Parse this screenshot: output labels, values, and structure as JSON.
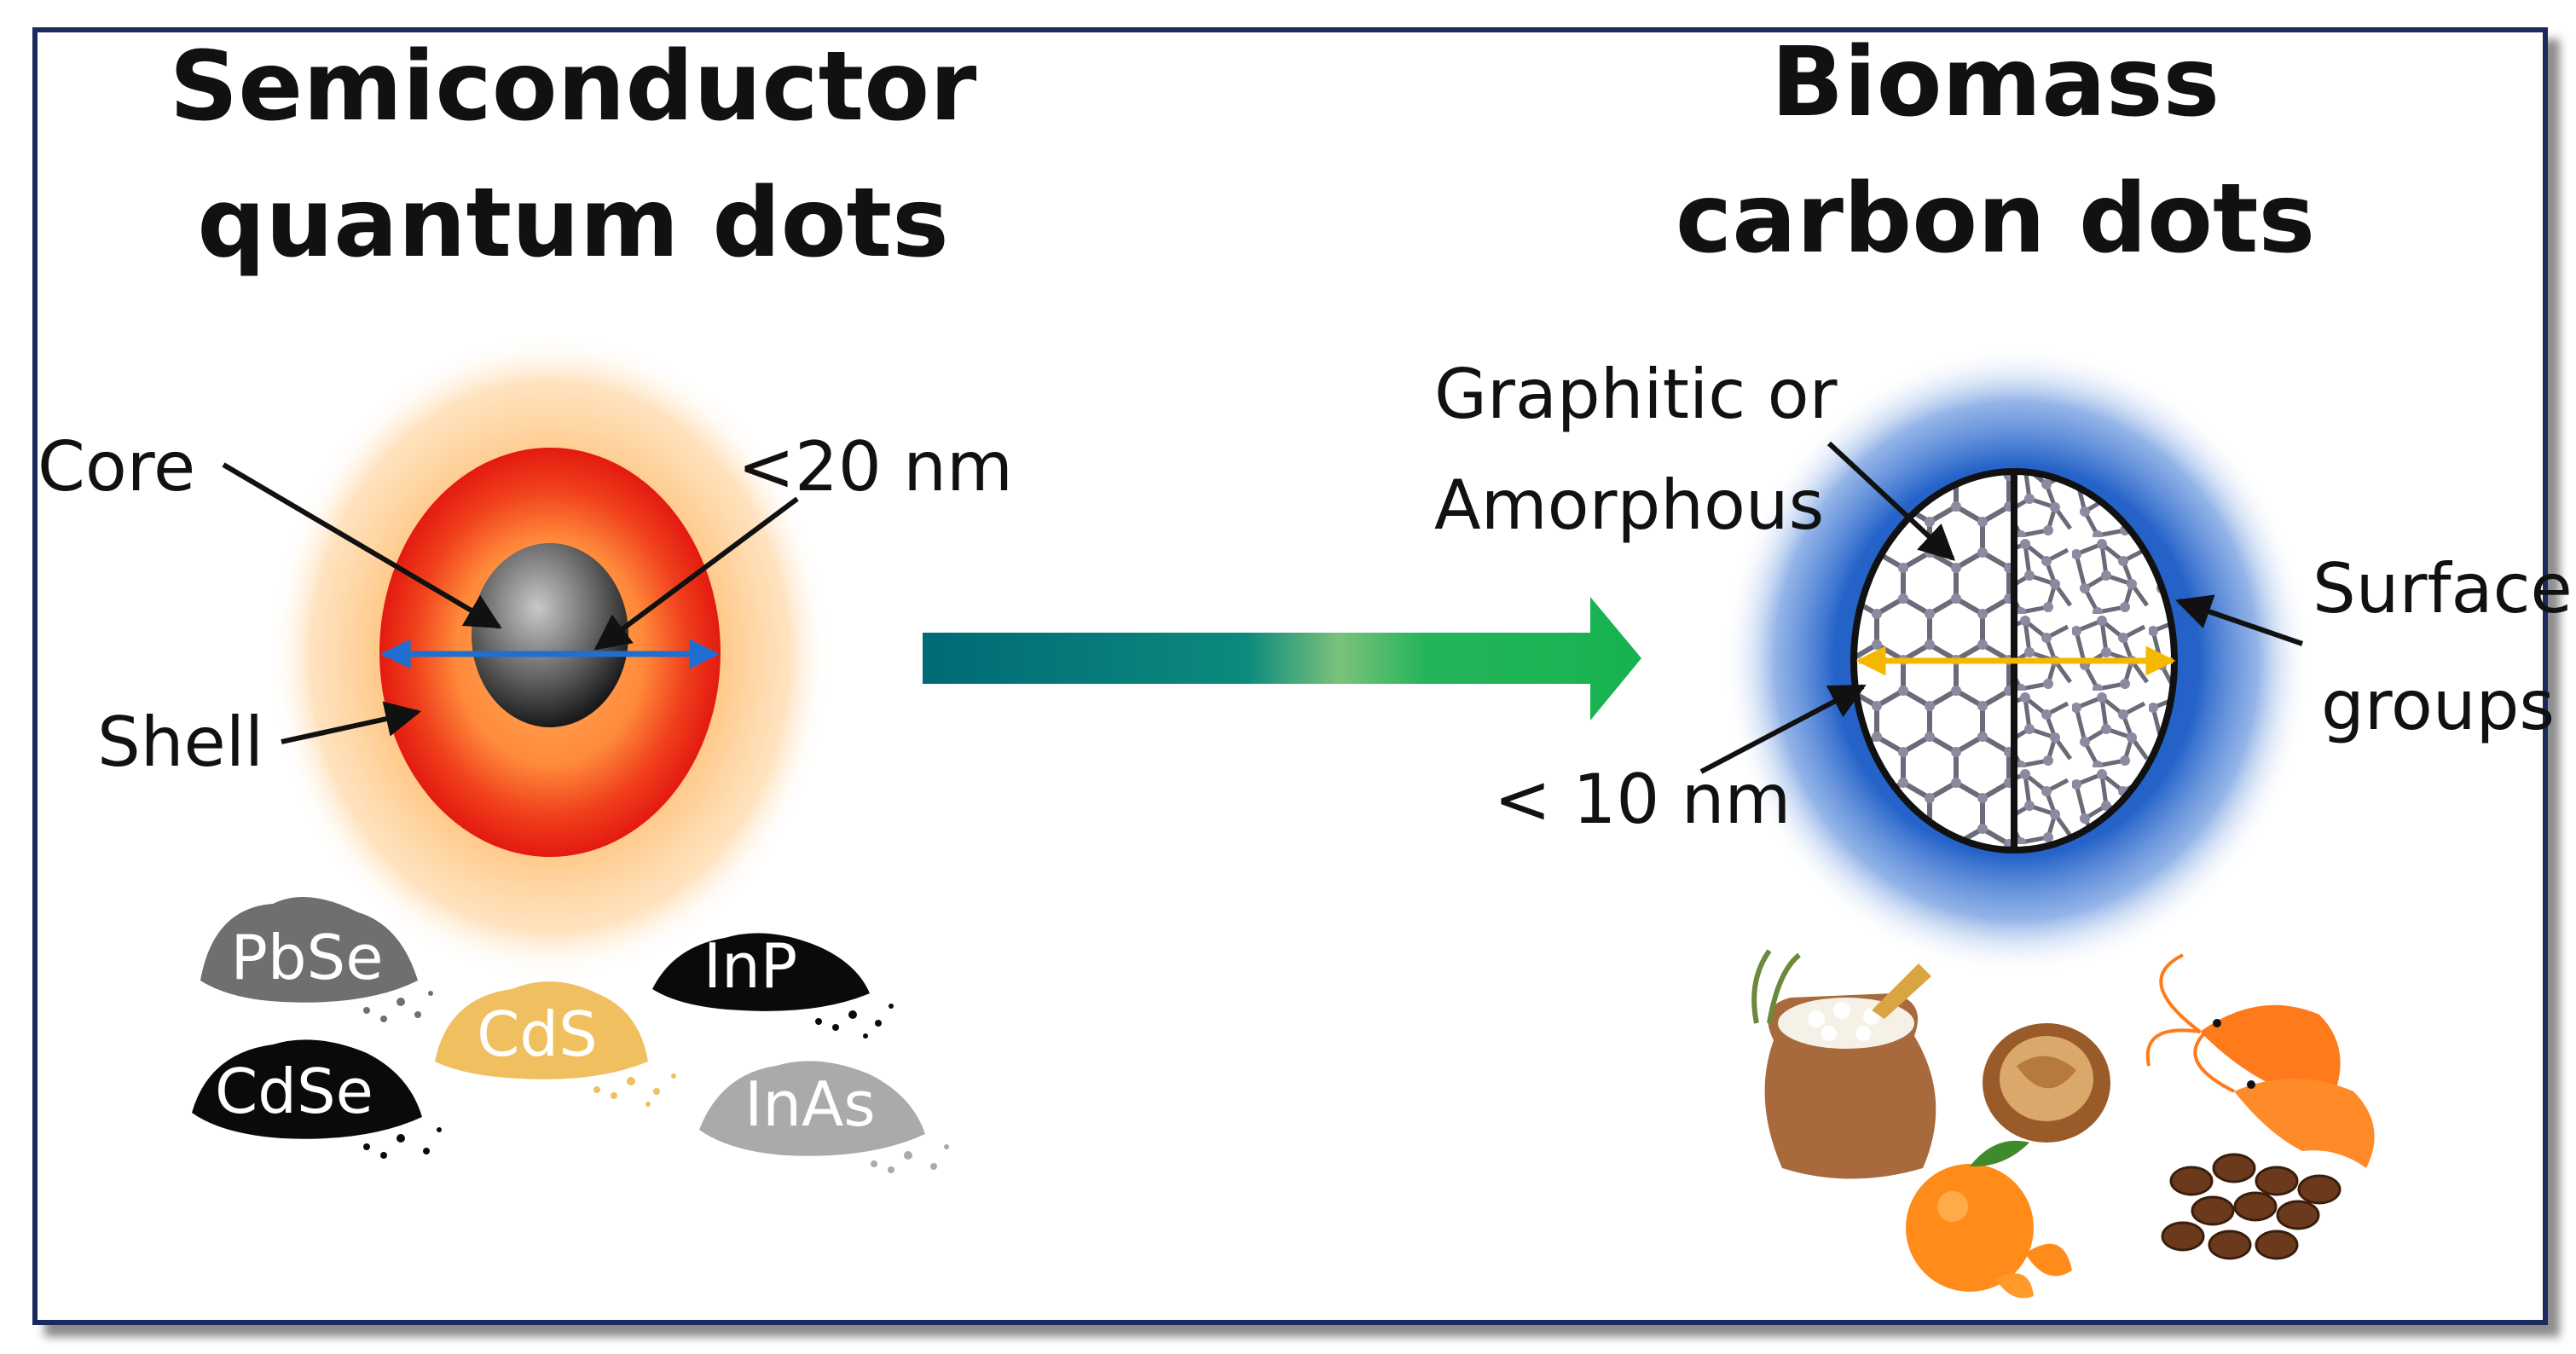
{
  "left": {
    "title_line1": "Semiconductor",
    "title_line2": "quantum dots",
    "core_label": "Core",
    "shell_label": "Shell",
    "size_label": "<20 nm",
    "powders": [
      {
        "label": "PbSe",
        "color": "#6f6f6f"
      },
      {
        "label": "CdS",
        "color": "#f0c060"
      },
      {
        "label": "InP",
        "color": "#0a0a0a"
      },
      {
        "label": "CdSe",
        "color": "#0a0a0a"
      },
      {
        "label": "InAs",
        "color": "#aaaaaa"
      }
    ]
  },
  "right": {
    "title_line1": "Biomass",
    "title_line2": "carbon dots",
    "structure_line1": "Graphitic or",
    "structure_line2": "Amorphous",
    "surface_line1": "Surface",
    "surface_line2": "groups",
    "size_label": "< 10 nm",
    "sources": [
      "rice-sack-icon",
      "walnut-icon",
      "shrimp-icon",
      "orange-icon",
      "coffee-beans-icon"
    ]
  },
  "colors": {
    "frame": "#1b2a5e",
    "shell": "#e62314",
    "glow_orange": "#ffc27a",
    "glow_blue": "#1f5fc8",
    "arrow_start": "#006a77",
    "arrow_end": "#1fb257",
    "diameter_blue": "#1e6fd0",
    "diameter_yellow": "#f5b800"
  }
}
